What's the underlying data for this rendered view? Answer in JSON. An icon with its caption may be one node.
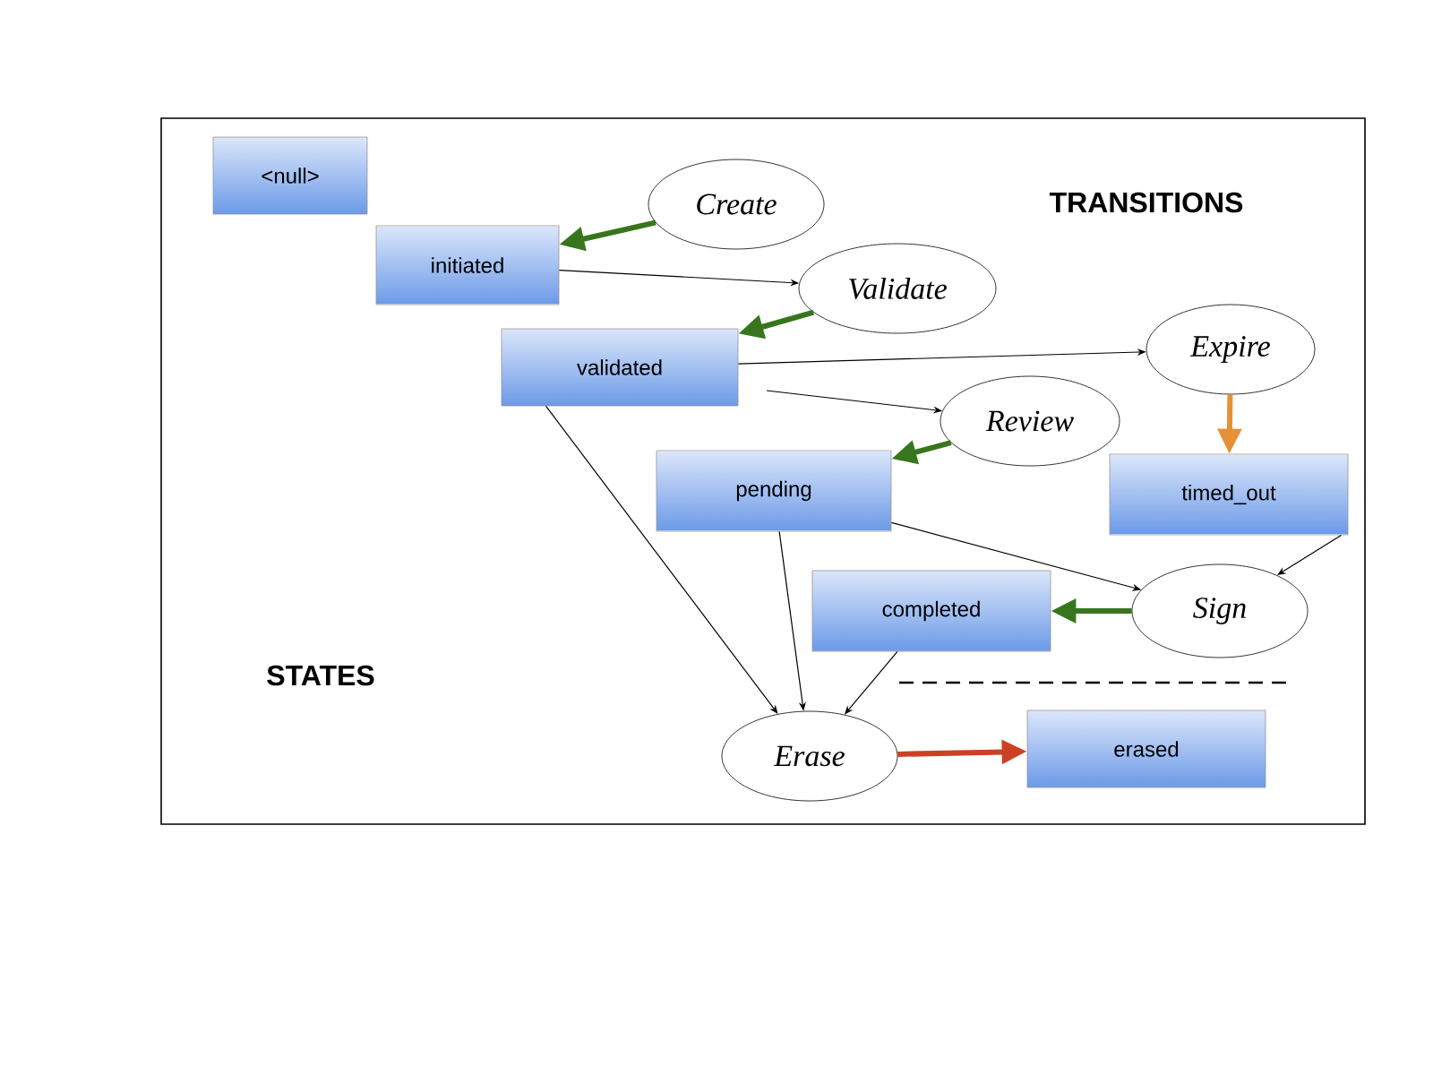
{
  "diagram": {
    "nodes": [
      {
        "text": [
          "<null>"
        ]
      },
      {
        "text": [
          "Create"
        ]
      },
      {
        "text": [
          "initiated"
        ]
      },
      {
        "text": [
          "Validate"
        ]
      },
      {
        "text": [
          "validated"
        ]
      },
      {
        "text": [
          "Expire"
        ]
      },
      {
        "text": [
          "Review"
        ]
      },
      {
        "text": [
          "pending"
        ]
      },
      {
        "text": [
          "timed_out"
        ]
      },
      {
        "text": [
          "completed"
        ]
      },
      {
        "text": [
          "Sign"
        ]
      },
      {
        "text": [
          "Erase"
        ]
      },
      {
        "text": [
          "erased"
        ]
      }
    ],
    "edges": [
      {
        "from": 1,
        "to": 2,
        "arrow": "to",
        "style": "thick",
        "color": "#38761d"
      },
      {
        "from": 2,
        "to": 3,
        "arrow": "to"
      },
      {
        "from": 3,
        "to": 4,
        "arrow": "to",
        "style": "thick",
        "color": "#38761d"
      },
      {
        "from": 4,
        "to": 5,
        "arrow": "to"
      },
      {
        "from": 4,
        "to": 6,
        "arrow": "to"
      },
      {
        "from": 6,
        "to": 7,
        "arrow": "to",
        "style": "thick",
        "color": "#38761d"
      },
      {
        "from": 5,
        "to": 8,
        "arrow": "to",
        "style": "thick",
        "color": "#e69138"
      },
      {
        "from": 7,
        "to": 10,
        "arrow": "to"
      },
      {
        "from": 8,
        "to": 10,
        "arrow": "to"
      },
      {
        "from": 10,
        "to": 9,
        "arrow": "to",
        "style": "thick",
        "color": "#38761d"
      },
      {
        "from": 4,
        "to": 11,
        "arrow": "to"
      },
      {
        "from": 7,
        "to": 11,
        "arrow": "to"
      },
      {
        "from": 9,
        "to": 11,
        "arrow": "to"
      },
      {
        "from": 11,
        "to": 12,
        "arrow": "to",
        "style": "thick",
        "color": "#cc4125"
      }
    ],
    "labels": [
      "TRANSITIONS",
      "STATES"
    ]
  }
}
